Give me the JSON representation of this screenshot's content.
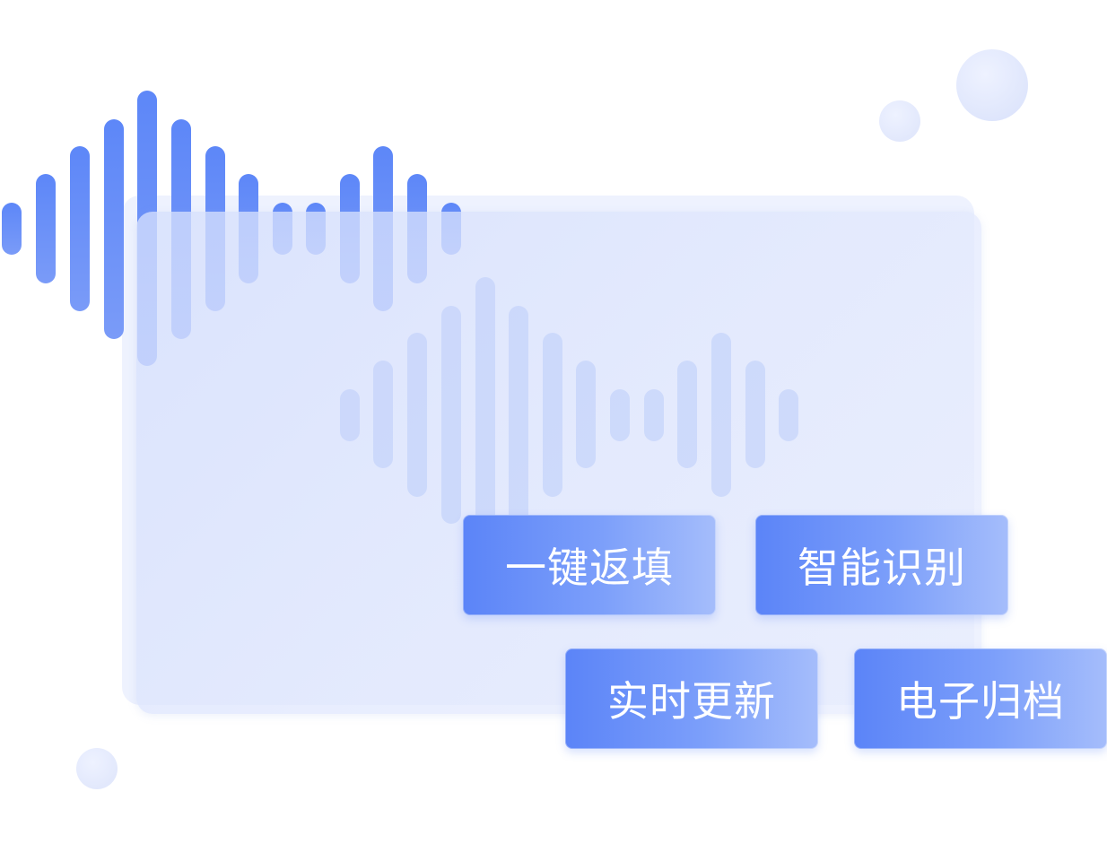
{
  "features": [
    {
      "label": "一键返填"
    },
    {
      "label": "智能识别"
    },
    {
      "label": "实时更新"
    },
    {
      "label": "电子归档"
    }
  ],
  "colors": {
    "accent": "#5b84f8",
    "accent_light": "#a5bdfb",
    "panel": "#e3e9fd",
    "background": "#ffffff"
  },
  "icons": {
    "main_wave": "sound-wave-icon",
    "inner_wave": "sound-wave-icon"
  }
}
